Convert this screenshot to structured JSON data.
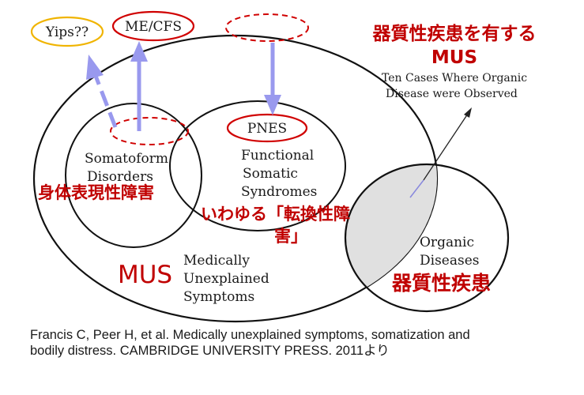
{
  "labels": {
    "yips": "Yips??",
    "mecfs": "ME/CFS",
    "pnes": "PNES",
    "somatoform_line1": "Somatoform",
    "somatoform_line2": "Disorders",
    "functional_line1": "Functional",
    "functional_line2": "Somatic",
    "functional_line3": "Syndromes",
    "organic_line1": "Organic",
    "organic_line2": "Diseases",
    "mus_desc_line1": "Medically",
    "mus_desc_line2": "Unexplained",
    "mus_desc_line3": "Symptoms",
    "tencases_line1": "Ten Cases Where Organic",
    "tencases_line2": "Disease were Observed"
  },
  "jp_labels": {
    "organic_mus_line1": "器質性疾患を有する",
    "organic_mus_line2": "MUS",
    "somatoform_jp": "身体表現性障害",
    "conversion_line1": "いわゆる「転換性障",
    "conversion_line2": "害」",
    "mus": "MUS",
    "organic_jp": "器質性疾患"
  },
  "citation": {
    "line1": "Francis C, Peer H, et al. Medically unexplained symptoms, somatization and",
    "line2": "bodily distress. CAMBRIDGE UNIVERSITY PRESS. 2011より"
  },
  "colors": {
    "arrow": "#9999ee",
    "red": "#c00000",
    "yips_border": "#f0b400",
    "overlap_fill": "#e0e0e0"
  }
}
